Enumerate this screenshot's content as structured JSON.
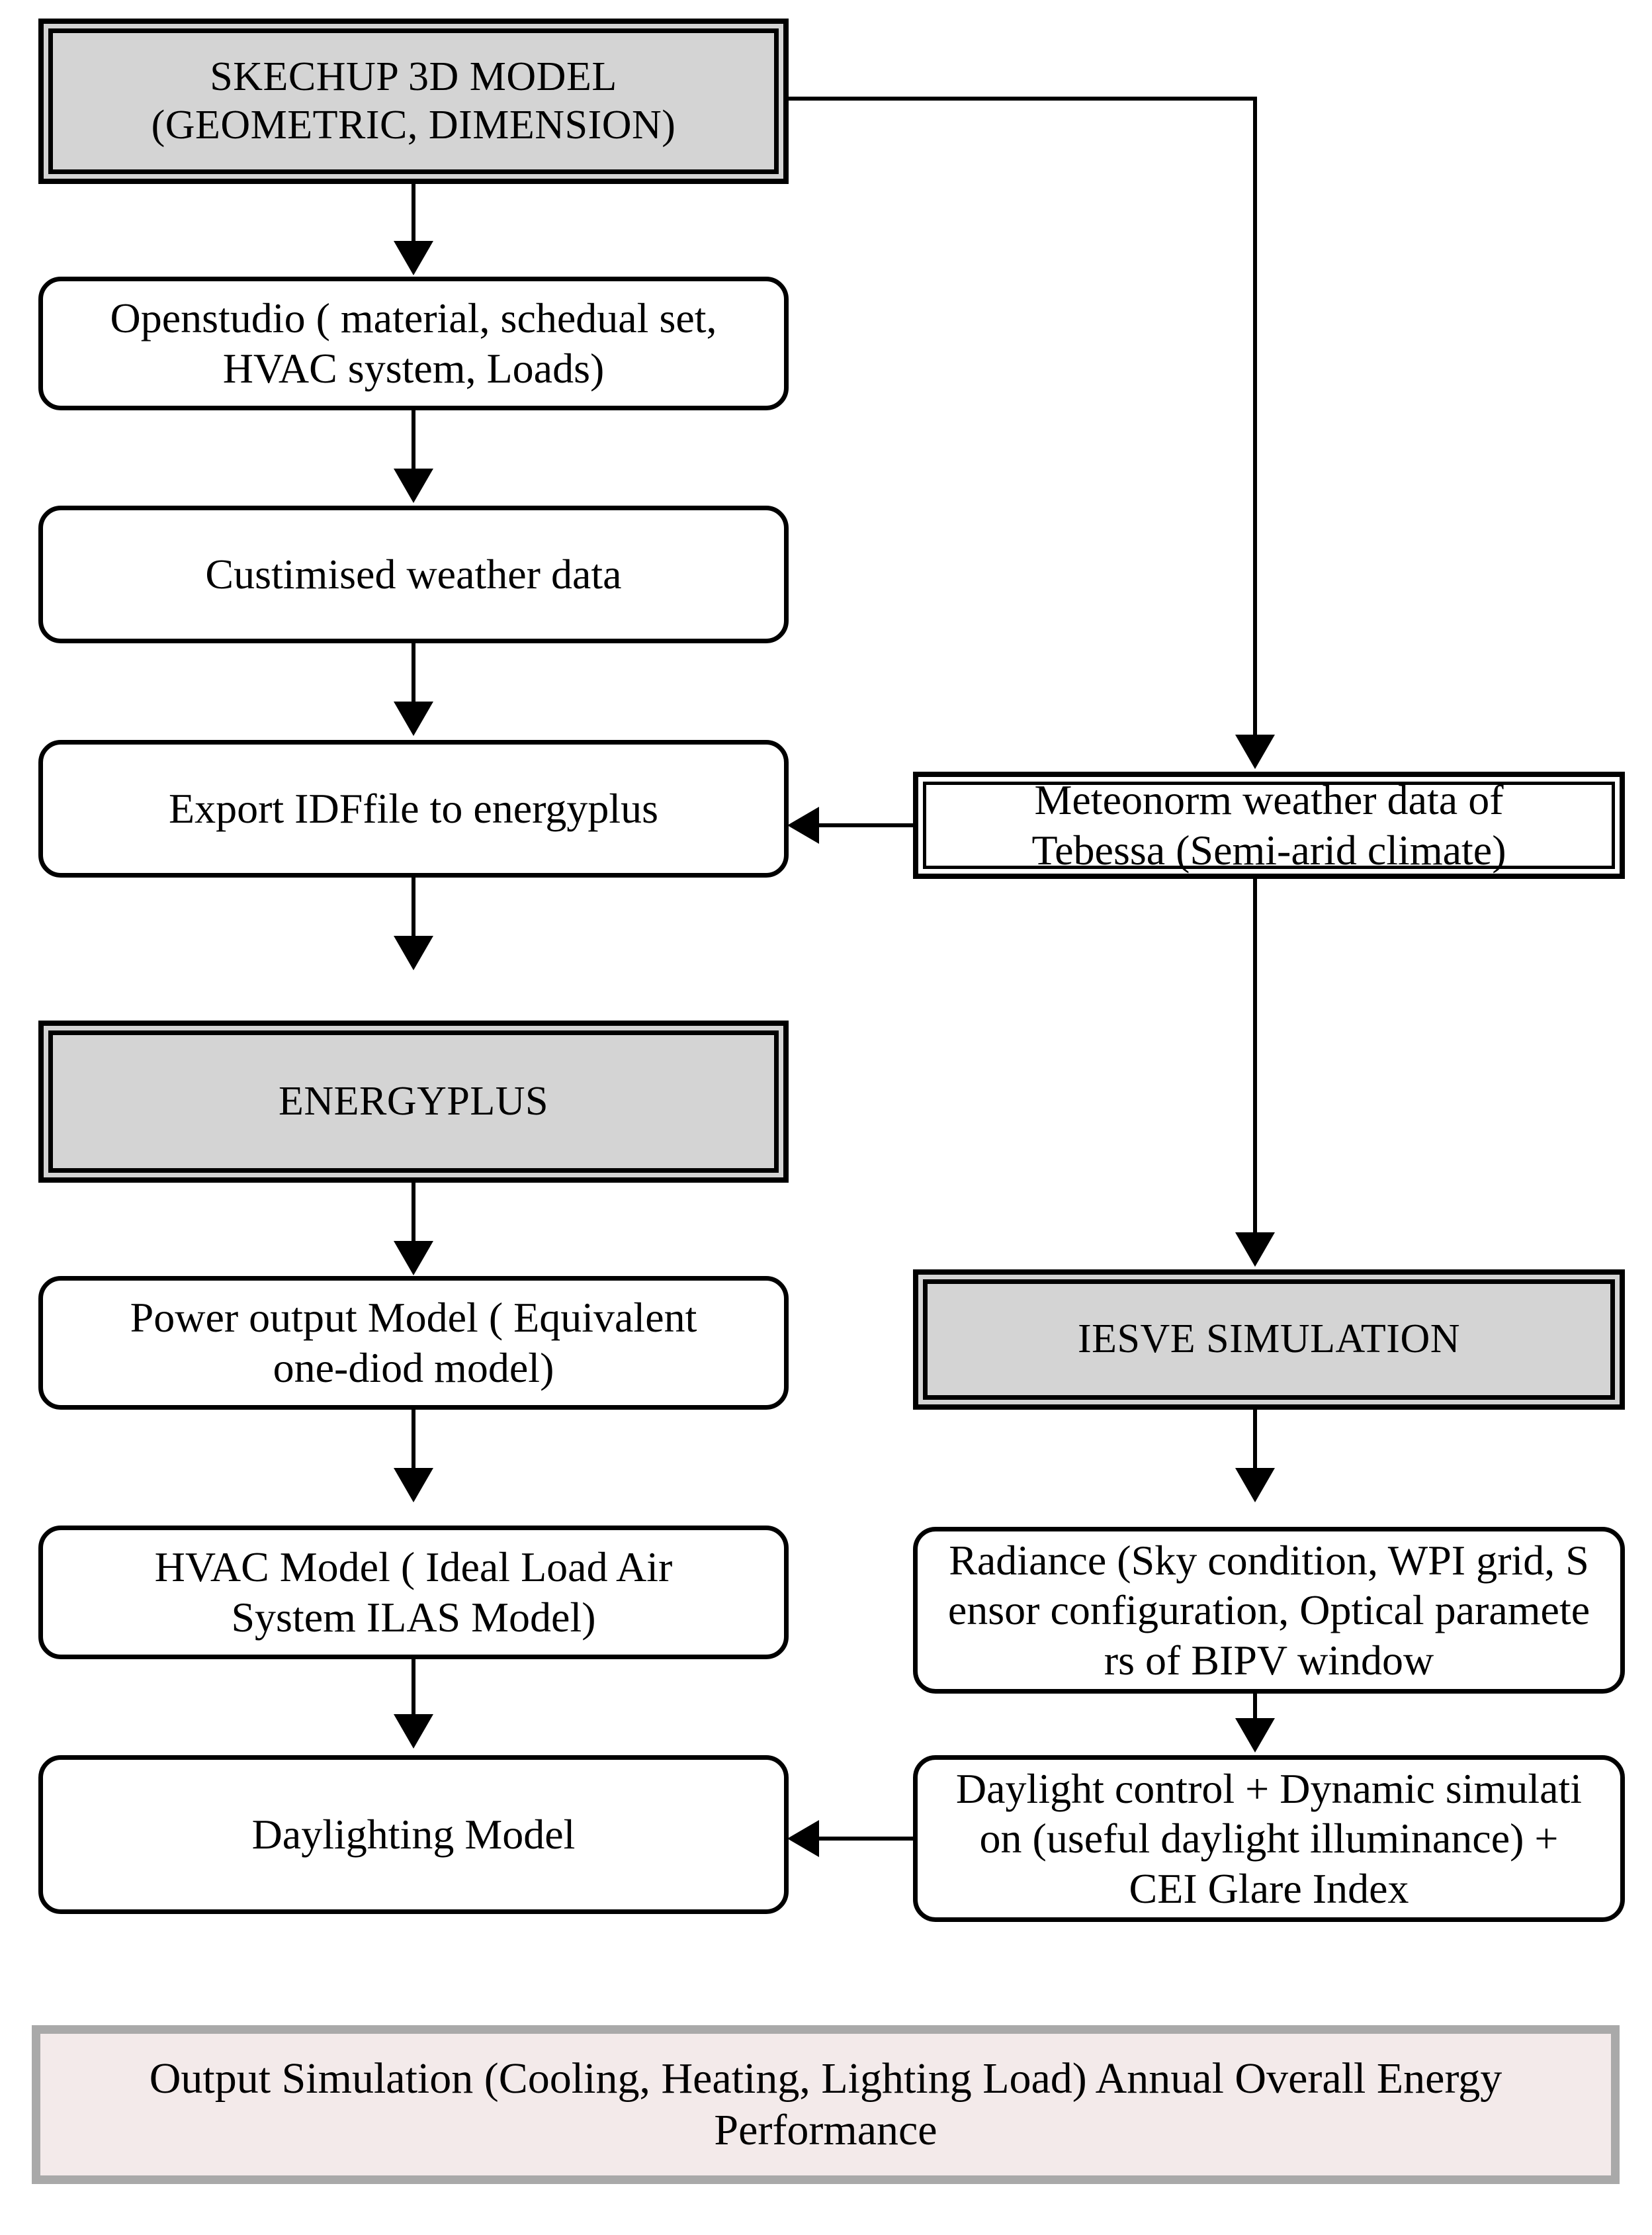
{
  "diagram": {
    "title": "Building energy and daylight simulation workflow",
    "colors": {
      "shaded_box_fill": "#d4d4d4",
      "plain_box_fill": "#ffffff",
      "output_box_fill": "#f3eaea",
      "output_box_border": "#a9a9a9",
      "line": "#000000"
    },
    "nodes": {
      "sketchup": {
        "line1": "SKECHUP 3D MODEL",
        "line2": "(GEOMETRIC, DIMENSION)"
      },
      "openstudio": {
        "line1": "Openstudio ( material, schedual set,",
        "line2": "HVAC system, Loads)"
      },
      "custom_weather": {
        "line1": "Custimised weather data"
      },
      "export_idf": {
        "line1": "Export IDFfile to energyplus"
      },
      "energyplus": {
        "line1": "ENERGYPLUS"
      },
      "power_output": {
        "line1": "Power output Model ( Equivalent",
        "line2": "one-diod model)"
      },
      "hvac_model": {
        "line1": "HVAC Model ( Ideal Load Air",
        "line2": "System ILAS Model)"
      },
      "daylighting_model": {
        "line1": "Daylighting Model"
      },
      "meteonorm": {
        "line1": "Meteonorm weather data of",
        "line2": "Tebessa (Semi-arid climate)"
      },
      "iesve": {
        "line1": "IESVE SIMULATION"
      },
      "radiance": {
        "line1": "Radiance (Sky condition, WPI grid, S",
        "line2": "ensor configuration, Optical paramete",
        "line3": "rs of BIPV window"
      },
      "daylight_control": {
        "line1": "Daylight control + Dynamic simulati",
        "line2": "on (useful daylight illuminance) +",
        "line3": "CEI Glare Index"
      },
      "output": {
        "line1": "Output Simulation (Cooling, Heating, Lighting Load) Annual Overall Energy",
        "line2": "Performance"
      }
    }
  }
}
